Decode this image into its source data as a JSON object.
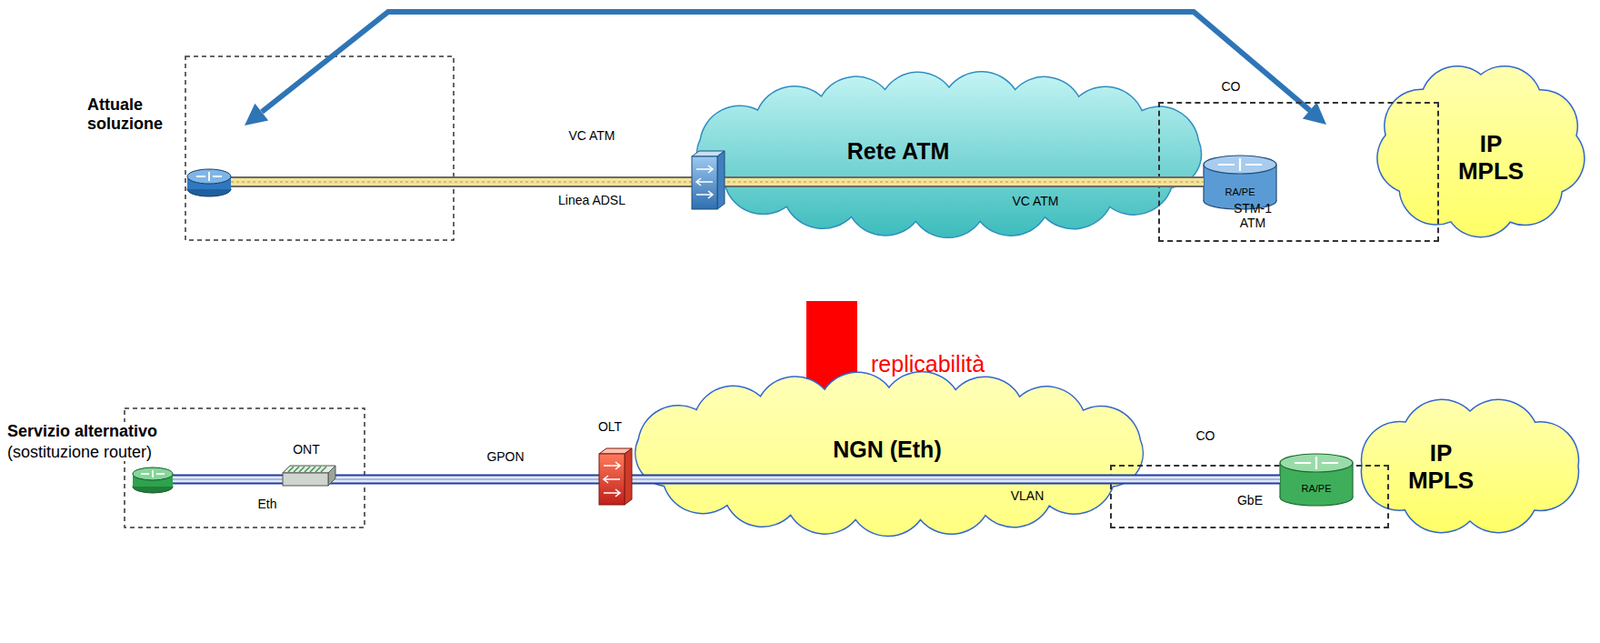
{
  "diagram": {
    "nodes": [
      {
        "text": [
          "Rete ATM",
          "VC ATM"
        ]
      },
      {
        "text": [
          "CO"
        ]
      },
      {
        "text": [
          "RA/PE"
        ],
        "in": 1
      },
      {
        "text": [
          "IP MPLS"
        ]
      },
      {
        "text": [
          "NGN (Eth)",
          "VLAN"
        ]
      },
      {
        "text": [
          "CO"
        ]
      },
      {
        "text": [
          "RA/PE"
        ],
        "in": 5
      },
      {
        "text": [
          "IP MPLS"
        ]
      }
    ],
    "labels": [
      "Attuale soluzione",
      "VC ATM",
      "Linea ADSL",
      "STM-1 ATM",
      "replicabilità",
      "Servizio alternativo",
      "(sostituzione router)",
      "ONT",
      "Eth",
      "GPON",
      "OLT",
      "GbE"
    ]
  }
}
